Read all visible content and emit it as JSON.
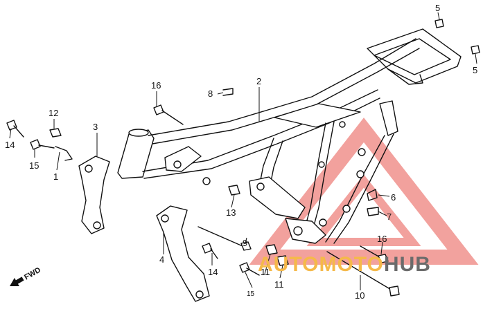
{
  "labels": {
    "l1": "1",
    "l2": "2",
    "l3": "3",
    "l4": "4",
    "l5a": "5",
    "l5b": "5",
    "l6": "6",
    "l7": "7",
    "l8": "8",
    "l9": "9",
    "l10": "10",
    "l11a": "11",
    "l11b": "11",
    "l12": "12",
    "l13": "13",
    "l14a": "14",
    "l14b": "14",
    "l15a": "15",
    "l15b": "15",
    "l16a": "16",
    "l16b": "16"
  },
  "fwd": "FWD",
  "watermark": {
    "part1": "AUTOMOTO",
    "part2": "HUB",
    "color1": "#f5b94a",
    "color2": "#6b6b6b",
    "triangle_color": "#e8554e"
  }
}
